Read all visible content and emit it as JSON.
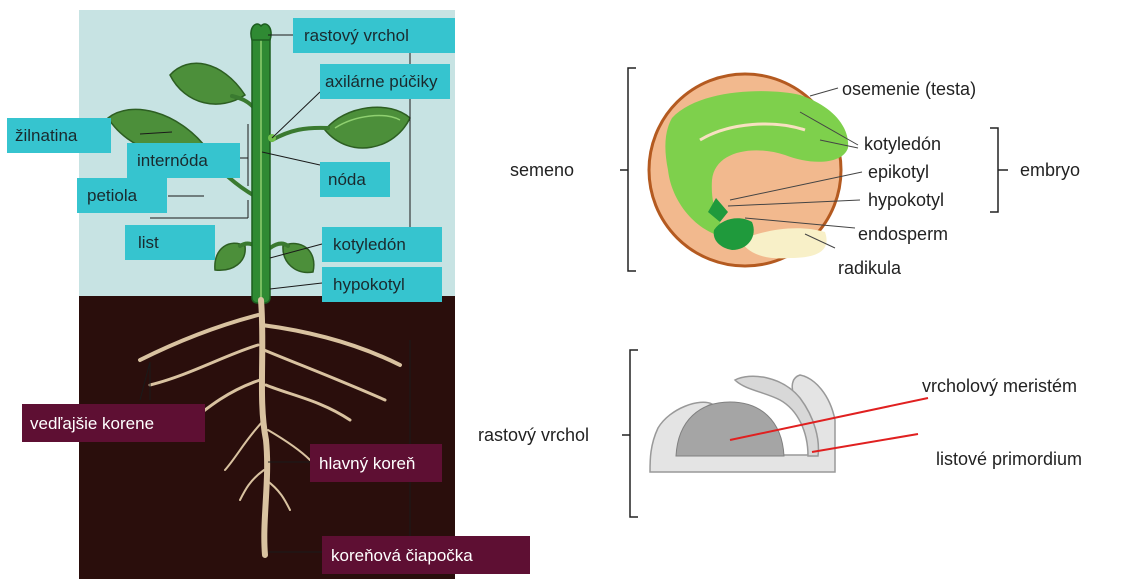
{
  "colors": {
    "sky": "#c7e3e3",
    "soil": "#2a0e0c",
    "label_cyan": "#36c4cf",
    "label_root": "#5e0f33",
    "leaf": "#4c8f3a",
    "leaf_light": "#8fd070",
    "stem": "#2f8a33",
    "root": "#d9c2a0",
    "seed_coat": "#f2b98e",
    "seed_rim": "#b45a20",
    "embryo_green": "#7ed04c",
    "embryo_dark": "#1f9a3c",
    "endosperm": "#f8f0c8",
    "meristem_red": "#e02020"
  },
  "plant": {
    "stem_labels": {
      "rastovy_vrchol": "rastový  vrchol",
      "axilarne_puciky": "axilárne púčiky",
      "zilnatina": "žilnatina",
      "internoda": "internóda",
      "noda": "nóda",
      "petiola": "petiola",
      "list": "list",
      "kotyledon": "kotyledón",
      "hypokotyl": "hypokotyl"
    },
    "root_labels": {
      "vedlajsie_korene": "vedľajšie korene",
      "hlavny_koren": "hlavný koreň",
      "korenova_ciapocka": "koreňová čiapočka"
    }
  },
  "seed": {
    "semeno": "semeno",
    "osemenie": "osemenie (testa)",
    "kotyledon": "kotyledón",
    "epikotyl": "epikotyl",
    "hypokotyl": "hypokotyl",
    "embryo": "embryo",
    "endosperm": "endosperm",
    "radikula": "radikula"
  },
  "apex": {
    "rastovy_vrchol": "rastový vrchol",
    "vrcholovy_meristem": "vrcholový meristém",
    "listove_primordium": "listové primordium"
  }
}
